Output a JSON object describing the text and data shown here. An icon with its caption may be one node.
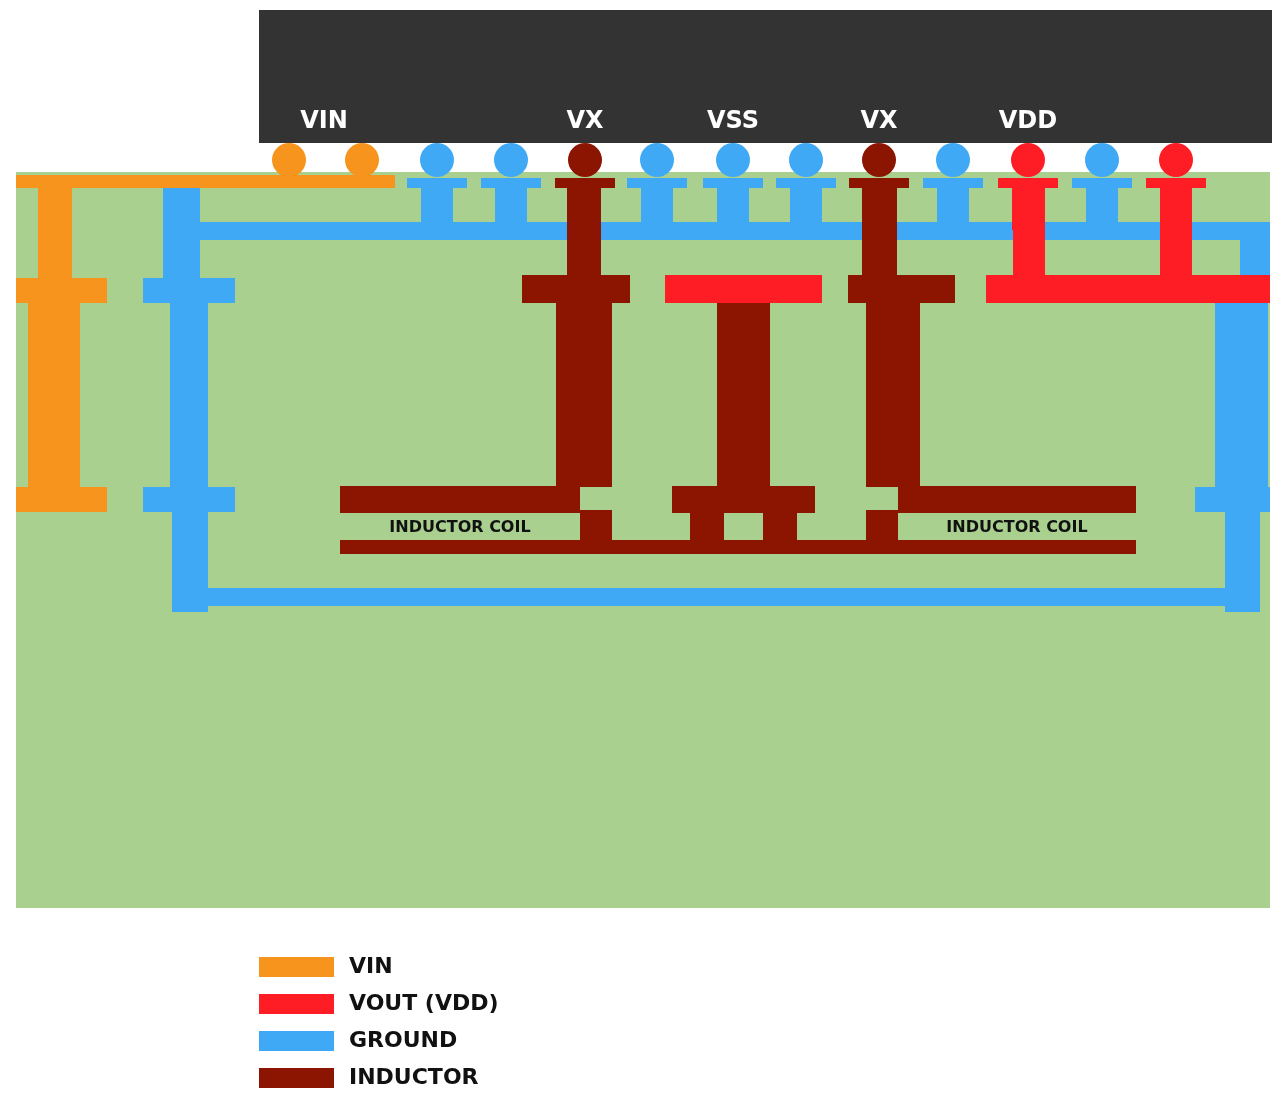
{
  "diagram": {
    "nodes": [
      {
        "text": [
          "VIN",
          "VX",
          "VSS",
          "VX",
          "VDD"
        ]
      },
      {
        "text": [
          "INDUCTOR COIL"
        ]
      },
      {
        "text": [
          "INDUCTOR COIL"
        ]
      }
    ],
    "legend": [
      {
        "text": "VIN",
        "color": "#f7941d"
      },
      {
        "text": "VOUT (VDD)",
        "color": "#ff1d25"
      },
      {
        "text": "GROUND",
        "color": "#3fa9f5"
      },
      {
        "text": "INDUCTOR",
        "color": "#8b1500"
      }
    ]
  }
}
